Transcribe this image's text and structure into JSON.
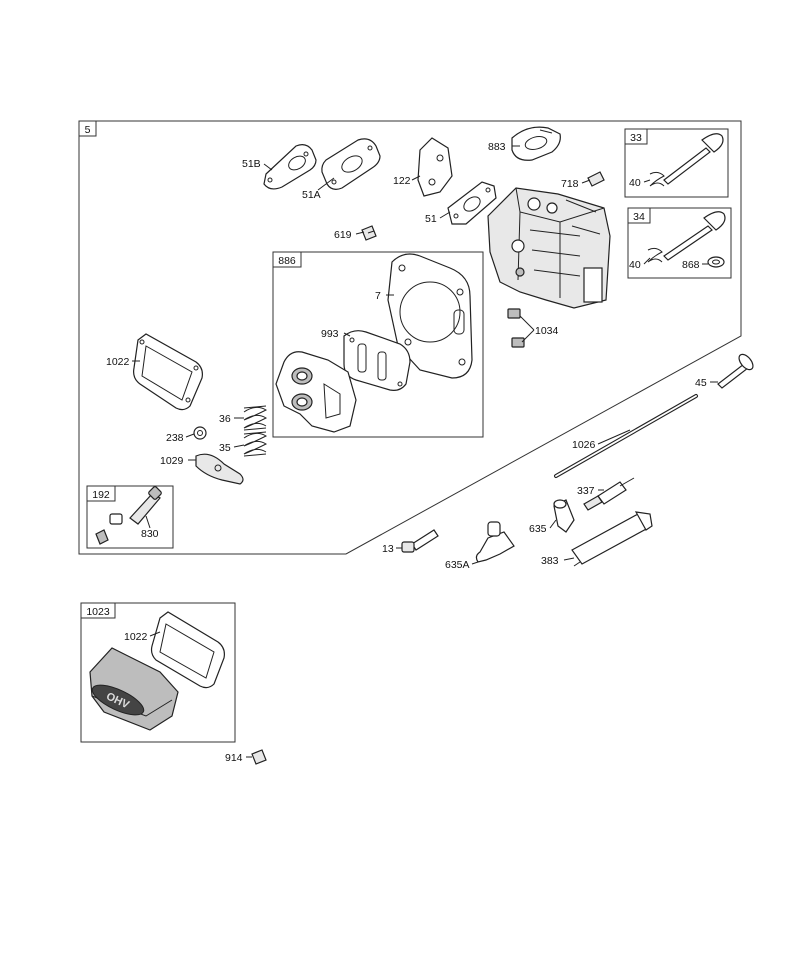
{
  "colors": {
    "line": "#222222",
    "fill_light": "#e8e8e8",
    "fill_dark": "#bdbdbd",
    "background": "#ffffff"
  },
  "boxes": {
    "main": "5",
    "gasket_set": "886",
    "exhaust_valve": "33",
    "intake_valve": "34",
    "spark_plug_kit": "192",
    "rocker_cover": "1023"
  },
  "parts": {
    "p51b": "51B",
    "p51a": "51A",
    "p122": "122",
    "p51": "51",
    "p883": "883",
    "p718": "718",
    "p619": "619",
    "p7": "7",
    "p993": "993",
    "p1034": "1034",
    "p1022": "1022",
    "p36": "36",
    "p238": "238",
    "p35": "35",
    "p1029": "1029",
    "p830": "830",
    "p40a": "40",
    "p40b": "40",
    "p868": "868",
    "p45": "45",
    "p1026": "1026",
    "p337": "337",
    "p635": "635",
    "p13": "13",
    "p635a": "635A",
    "p383": "383",
    "p1022b": "1022",
    "p914": "914"
  },
  "cover_logo": "OHV"
}
